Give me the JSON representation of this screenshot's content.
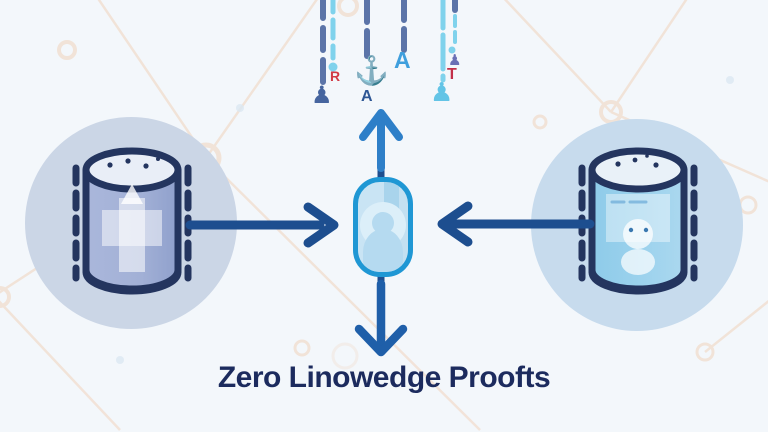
{
  "title": {
    "text": "Zero Linowedge Proofts"
  },
  "colors": {
    "bg": "#f3f7fb",
    "navy": "#1d4e8f",
    "outline": "#24355f",
    "text": "#1c2b5e",
    "circle-left": "#cbd6e6",
    "circle-right": "#c7dbed",
    "peri": "#a9b6da",
    "sky": "#9cd0ec",
    "capsule-border": "#1f97d4",
    "slate": "#5b74a8",
    "cyan": "#7fd2ec",
    "up-arrow": "#2e7fc8",
    "down-arrow": "#1f5fa9",
    "red": "#d13a45",
    "crimson": "#c22f49",
    "sky-letter": "#3f9fdd",
    "purple": "#6a6fb5",
    "network": "#f0d4bd"
  },
  "hanging_tags": [
    {
      "icon": "person-icon",
      "glyph": "♟"
    },
    {
      "icon": "dot-icon",
      "label": "R"
    },
    {
      "icon": "anchor-icon",
      "glyph": "⚓",
      "label": "A"
    },
    {
      "label": "A"
    },
    {
      "icon": "person-icon",
      "glyph": "♟"
    },
    {
      "icon": "pawn-icon",
      "glyph": "♟",
      "label": "T"
    }
  ]
}
